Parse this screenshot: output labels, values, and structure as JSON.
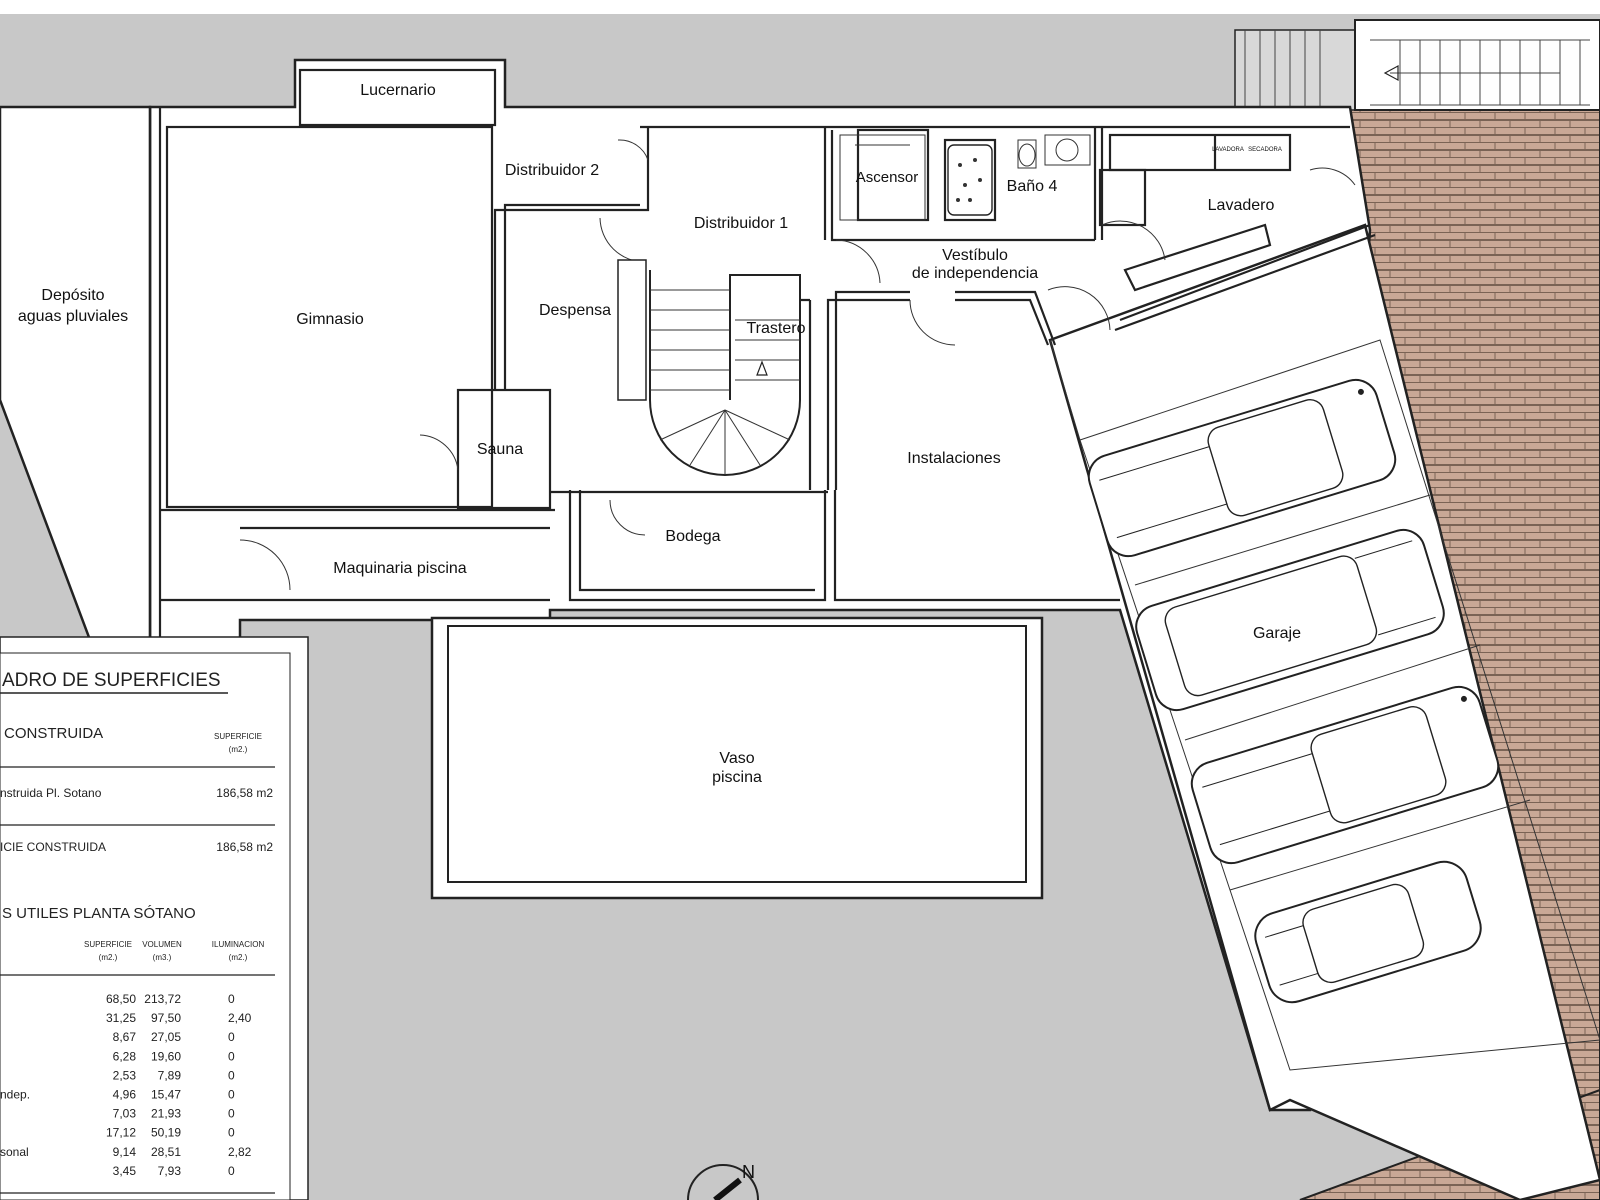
{
  "rooms": {
    "lucernario": "Lucernario",
    "distribuidor2": "Distribuidor 2",
    "distribuidor1": "Distribuidor 1",
    "ascensor": "Ascensor",
    "bano4": "Baño 4",
    "lavadero": "Lavadero",
    "vestibulo_1": "Vestíbulo",
    "vestibulo_2": "de independencia",
    "deposito_1": "Depósito",
    "deposito_2": "aguas pluviales",
    "gimnasio": "Gimnasio",
    "despensa": "Despensa",
    "trastero": "Trastero",
    "sauna": "Sauna",
    "instalaciones": "Instalaciones",
    "bodega": "Bodega",
    "maquinaria": "Maquinaria piscina",
    "garaje": "Garaje",
    "vaso_1": "Vaso",
    "vaso_2": "piscina",
    "lavadora": "LAVADORA",
    "secadora": "SECADORA"
  },
  "north": "N",
  "table": {
    "title": "ADRO DE SUPERFICIES",
    "section1": "CONSTRUIDA",
    "sup_header_1": "SUPERFICIE",
    "sup_header_2": "(m2.)",
    "row1_label": "nstruida Pl. Sotano",
    "row1_value": "186,58 m2",
    "row2_label": "ICIE CONSTRUIDA",
    "row2_value": "186,58 m2",
    "section2": "S UTILES PLANTA SÓTANO",
    "col_headers": [
      {
        "l1": "SUPERFICIE",
        "l2": "(m2.)"
      },
      {
        "l1": "VOLUMEN",
        "l2": "(m3.)"
      },
      {
        "l1": "ILUMINACION",
        "l2": "(m2.)"
      }
    ],
    "rows": [
      {
        "label": "",
        "sup": "68,50",
        "vol": "213,72",
        "ilu": "0"
      },
      {
        "label": "",
        "sup": "31,25",
        "vol": "97,50",
        "ilu": "2,40"
      },
      {
        "label": "",
        "sup": "8,67",
        "vol": "27,05",
        "ilu": "0"
      },
      {
        "label": "",
        "sup": "6,28",
        "vol": "19,60",
        "ilu": "0"
      },
      {
        "label": "",
        "sup": "2,53",
        "vol": "7,89",
        "ilu": "0"
      },
      {
        "label": "ndep.",
        "sup": "4,96",
        "vol": "15,47",
        "ilu": "0"
      },
      {
        "label": "",
        "sup": "7,03",
        "vol": "21,93",
        "ilu": "0"
      },
      {
        "label": "",
        "sup": "17,12",
        "vol": "50,19",
        "ilu": "0"
      },
      {
        "label": "sonal",
        "sup": "9,14",
        "vol": "28,51",
        "ilu": "2,82"
      },
      {
        "label": "",
        "sup": "3,45",
        "vol": "7,93",
        "ilu": "0"
      }
    ]
  }
}
